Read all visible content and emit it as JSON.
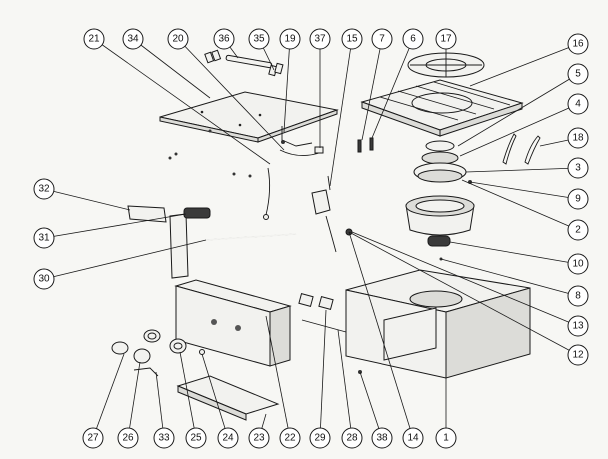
{
  "callouts": [
    "1",
    "2",
    "3",
    "4",
    "5",
    "6",
    "7",
    "8",
    "9",
    "10",
    "12",
    "13",
    "14",
    "15",
    "16",
    "17",
    "18",
    "19",
    "20",
    "21",
    "22",
    "23",
    "24",
    "25",
    "26",
    "27",
    "28",
    "29",
    "30",
    "31",
    "32",
    "33",
    "34",
    "35",
    "36",
    "37",
    "38"
  ]
}
